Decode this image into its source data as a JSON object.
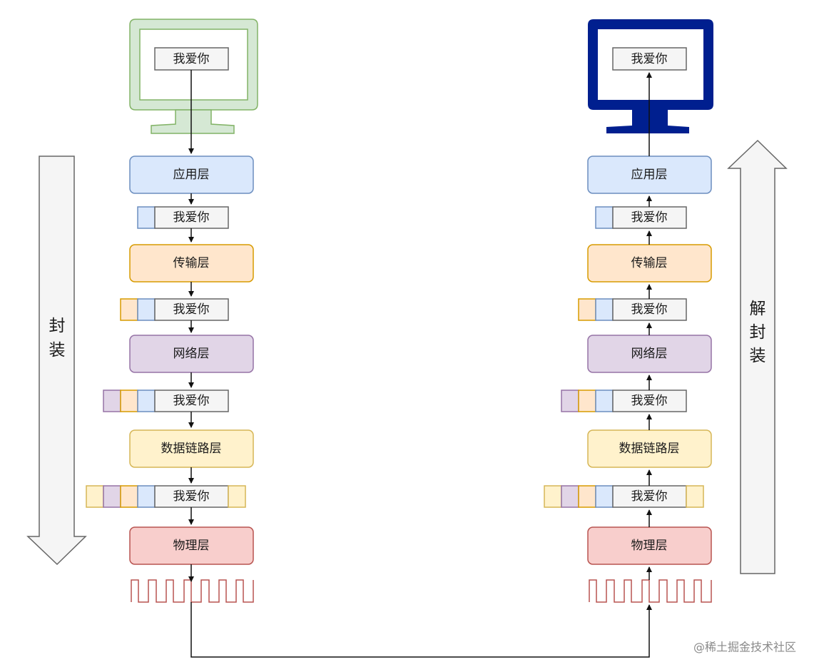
{
  "payload": "我爱你",
  "layers": [
    {
      "id": "application",
      "label": "应用层",
      "fill": "#dae8fc",
      "stroke": "#6c8ebf"
    },
    {
      "id": "transport",
      "label": "传输层",
      "fill": "#ffe6cc",
      "stroke": "#d79b00"
    },
    {
      "id": "network",
      "label": "网络层",
      "fill": "#e1d5e7",
      "stroke": "#9673a6"
    },
    {
      "id": "datalink",
      "label": "数据链路层",
      "fill": "#fff2cc",
      "stroke": "#d6b656"
    },
    {
      "id": "physical",
      "label": "物理层",
      "fill": "#f8cecc",
      "stroke": "#b85450"
    }
  ],
  "encapsulate": {
    "chars": [
      "封",
      "装"
    ]
  },
  "decapsulate": {
    "chars": [
      "解",
      "封",
      "装"
    ]
  },
  "sender_monitor_color": "#82b366",
  "sender_monitor_fill": "#d5e8d4",
  "receiver_monitor_color": "#001f8f",
  "signal_color": "#b85450",
  "watermark": "@稀土掘金技术社区"
}
